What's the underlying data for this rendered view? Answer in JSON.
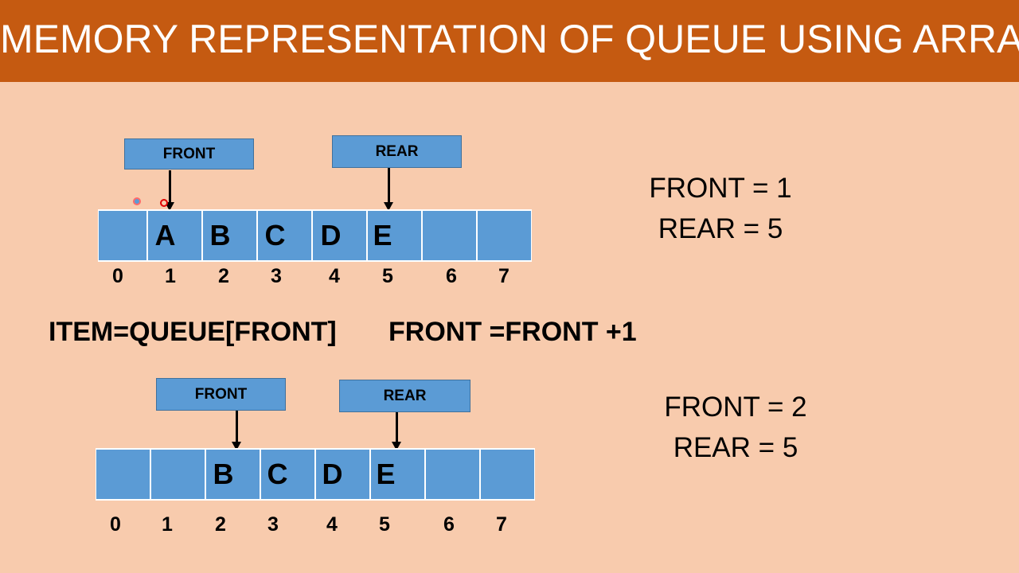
{
  "title": "MEMORY REPRESENTATION OF QUEUE USING ARRAY",
  "colors": {
    "header": "#c55a11",
    "background": "#f8cbad",
    "cell": "#5b9bd5"
  },
  "diagram1": {
    "front_label": "FRONT",
    "rear_label": "REAR",
    "cells": [
      "",
      "A",
      "B",
      "C",
      "D",
      "E",
      "",
      ""
    ],
    "indices": [
      "0",
      "1",
      "2",
      "3",
      "4",
      "5",
      "6",
      "7"
    ],
    "front_info": "FRONT = 1",
    "rear_info": "REAR = 5"
  },
  "operations": {
    "item_statement": "ITEM=QUEUE[FRONT]",
    "front_statement": "FRONT =FRONT +1"
  },
  "diagram2": {
    "front_label": "FRONT",
    "rear_label": "REAR",
    "cells": [
      "",
      "",
      "B",
      "C",
      "D",
      "E",
      "",
      ""
    ],
    "indices": [
      "0",
      "1",
      "2",
      "3",
      "4",
      "5",
      "6",
      "7"
    ],
    "front_info": "FRONT = 2",
    "rear_info": "REAR = 5"
  }
}
